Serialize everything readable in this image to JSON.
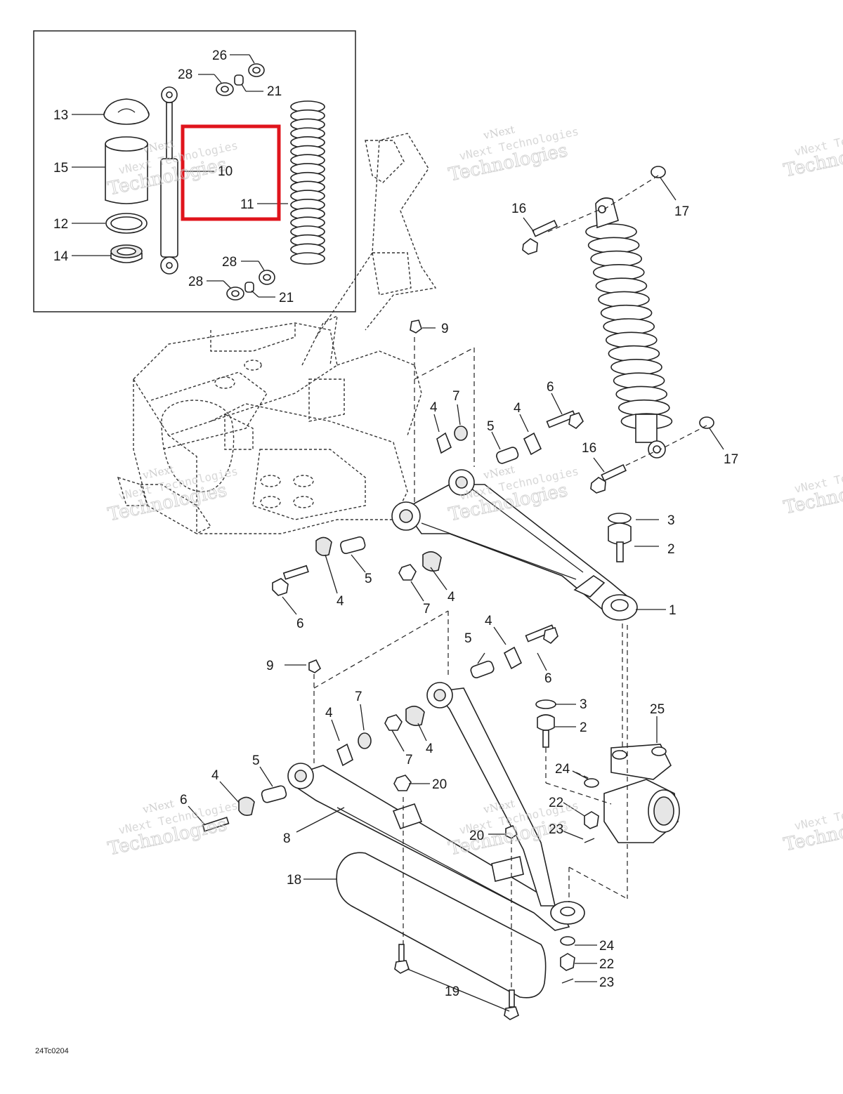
{
  "diagram": {
    "reference_code": "24Tc0204",
    "highlight_color": "#e0141c",
    "watermark": {
      "line1": "vNext",
      "line2": "vNext Technologies",
      "line3": "Technologies"
    },
    "callouts": {
      "c1": "1",
      "c2a": "2",
      "c2b": "2",
      "c3a": "3",
      "c3b": "3",
      "c4a": "4",
      "c4b": "4",
      "c4c": "4",
      "c4d": "4",
      "c4e": "4",
      "c4f": "4",
      "c4g": "4",
      "c4h": "4",
      "c5a": "5",
      "c5b": "5",
      "c5c": "5",
      "c5d": "5",
      "c6a": "6",
      "c6b": "6",
      "c6c": "6",
      "c6d": "6",
      "c7a": "7",
      "c7b": "7",
      "c7c": "7",
      "c7d": "7",
      "c8": "8",
      "c9a": "9",
      "c9b": "9",
      "c10": "10",
      "c11": "11",
      "c12": "12",
      "c13": "13",
      "c14": "14",
      "c15": "15",
      "c16a": "16",
      "c16b": "16",
      "c17a": "17",
      "c17b": "17",
      "c18": "18",
      "c19": "19",
      "c20a": "20",
      "c20b": "20",
      "c21a": "21",
      "c21b": "21",
      "c22a": "22",
      "c22b": "22",
      "c23a": "23",
      "c23b": "23",
      "c24a": "24",
      "c24b": "24",
      "c25": "25",
      "c26": "26",
      "c28a": "28",
      "c28b": "28",
      "c28c": "28"
    }
  }
}
